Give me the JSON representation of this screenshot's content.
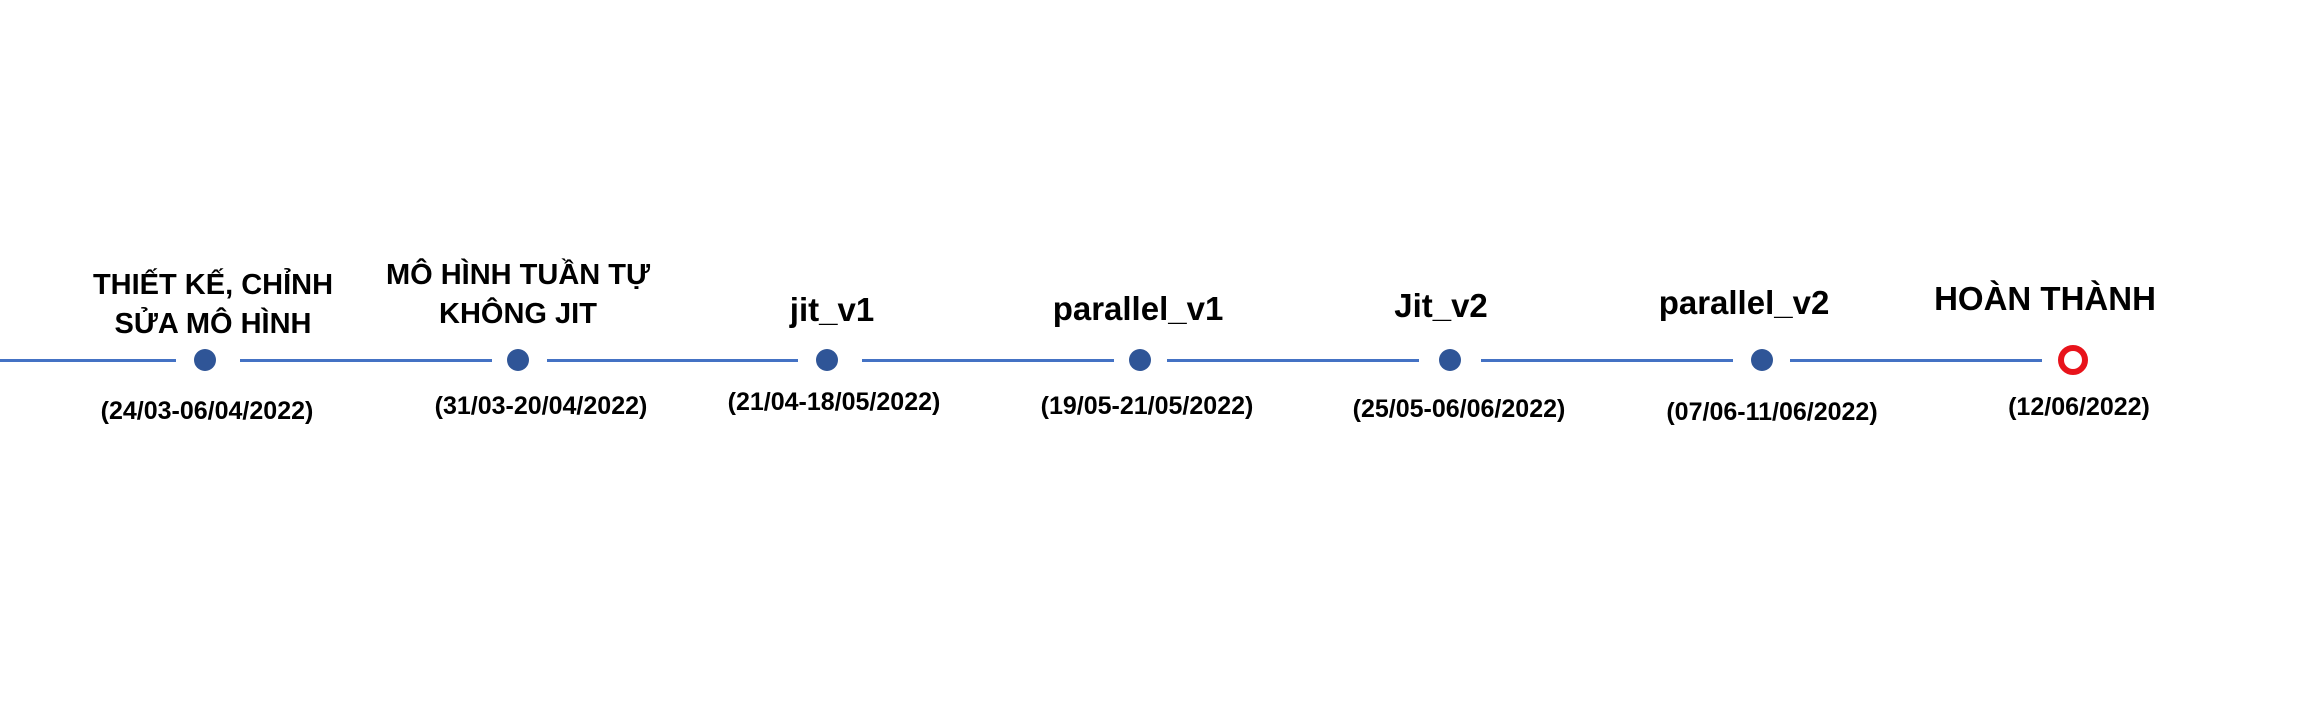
{
  "timeline": {
    "line_color": "#4472C4",
    "milestone_color": "#2F5597",
    "end_marker_color": "#E8131B",
    "milestones": [
      {
        "title_line1": "THIẾT KẾ, CHỈNH",
        "title_line2": "SỬA MÔ HÌNH",
        "date": "(24/03-06/04/2022)",
        "marker": "dot"
      },
      {
        "title_line1": "MÔ HÌNH TUẦN TỰ",
        "title_line2": "KHÔNG JIT",
        "date": "(31/03-20/04/2022)",
        "marker": "dot"
      },
      {
        "title_line1": "jit_v1",
        "title_line2": "",
        "date": "(21/04-18/05/2022)",
        "marker": "dot"
      },
      {
        "title_line1": "parallel_v1",
        "title_line2": "",
        "date": "(19/05-21/05/2022)",
        "marker": "dot"
      },
      {
        "title_line1": "Jit_v2",
        "title_line2": "",
        "date": "(25/05-06/06/2022)",
        "marker": "dot"
      },
      {
        "title_line1": "parallel_v2",
        "title_line2": "",
        "date": "(07/06-11/06/2022)",
        "marker": "dot"
      },
      {
        "title_line1": "HOÀN THÀNH",
        "title_line2": "",
        "date": "(12/06/2022)",
        "marker": "ring"
      }
    ]
  }
}
